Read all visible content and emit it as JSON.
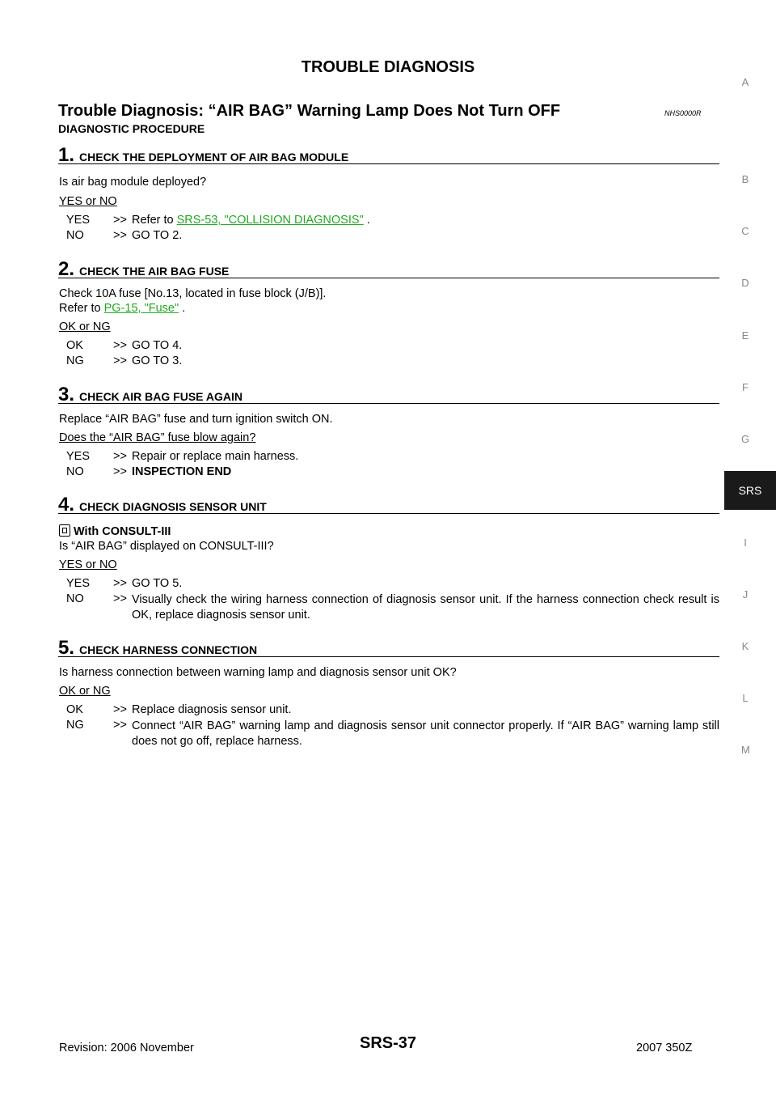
{
  "header": {
    "title": "TROUBLE DIAGNOSIS"
  },
  "section": {
    "title": "Trouble Diagnosis: “AIR BAG” Warning Lamp Does Not Turn OFF",
    "code": "NHS0000R",
    "subtitle": "DIAGNOSTIC PROCEDURE"
  },
  "steps": [
    {
      "num": "1.",
      "title": "CHECK THE DEPLOYMENT OF AIR BAG MODULE",
      "question": "Is air bag module deployed?",
      "condition": "YES or NO",
      "results": [
        {
          "label": "YES",
          "arrow": ">>",
          "prefix": "Refer to",
          "link": "SRS-53, \"COLLISION DIAGNOSIS\"",
          "suffix": "."
        },
        {
          "label": "NO",
          "arrow": ">>",
          "text": "GO TO 2."
        }
      ]
    },
    {
      "num": "2.",
      "title": "CHECK THE AIR BAG FUSE",
      "text1": "Check 10A fuse [No.13, located in fuse block (J/B)].",
      "text2_prefix": "Refer to",
      "text2_link": "PG-15, \"Fuse\"",
      "text2_suffix": ".",
      "condition": "OK or NG",
      "results": [
        {
          "label": "OK",
          "arrow": ">>",
          "text": "GO TO 4."
        },
        {
          "label": "NG",
          "arrow": ">>",
          "text": "GO TO 3."
        }
      ]
    },
    {
      "num": "3.",
      "title": "CHECK AIR BAG FUSE AGAIN",
      "text": "Replace “AIR BAG” fuse and turn ignition switch ON.",
      "condition": "Does the “AIR BAG” fuse blow again?",
      "results": [
        {
          "label": "YES",
          "arrow": ">>",
          "text": "Repair or replace main harness."
        },
        {
          "label": "NO",
          "arrow": ">>",
          "text": "INSPECTION END"
        }
      ]
    },
    {
      "num": "4.",
      "title": "CHECK DIAGNOSIS SENSOR UNIT",
      "consult_label": "With CONSULT-III",
      "question": "Is “AIR BAG” displayed on CONSULT-III?",
      "condition": "YES or NO",
      "results": [
        {
          "label": "YES",
          "arrow": ">>",
          "text": "GO TO 5."
        },
        {
          "label": "NO",
          "arrow": ">>",
          "text": "Visually check the wiring harness connection of diagnosis sensor unit. If the harness connection check result is OK, replace diagnosis sensor unit."
        }
      ]
    },
    {
      "num": "5.",
      "title": "CHECK HARNESS CONNECTION",
      "question": "Is harness connection between warning lamp and diagnosis sensor unit OK?",
      "condition": "OK or NG",
      "results": [
        {
          "label": "OK",
          "arrow": ">>",
          "text": "Replace diagnosis sensor unit."
        },
        {
          "label": "NG",
          "arrow": ">>",
          "text": "Connect “AIR BAG” warning lamp and diagnosis sensor unit connector properly. If “AIR BAG” warning lamp still does not go off, replace harness."
        }
      ]
    }
  ],
  "side_index": {
    "letters": [
      "A",
      "B",
      "C",
      "D",
      "E",
      "F",
      "G",
      "I",
      "J",
      "K",
      "L",
      "M"
    ],
    "active": "SRS"
  },
  "footer": {
    "revision": "Revision: 2006 November",
    "page": "SRS-37",
    "model": "2007 350Z"
  },
  "colors": {
    "link": "#1faa1f",
    "tab_bg": "#1a1a1a"
  }
}
